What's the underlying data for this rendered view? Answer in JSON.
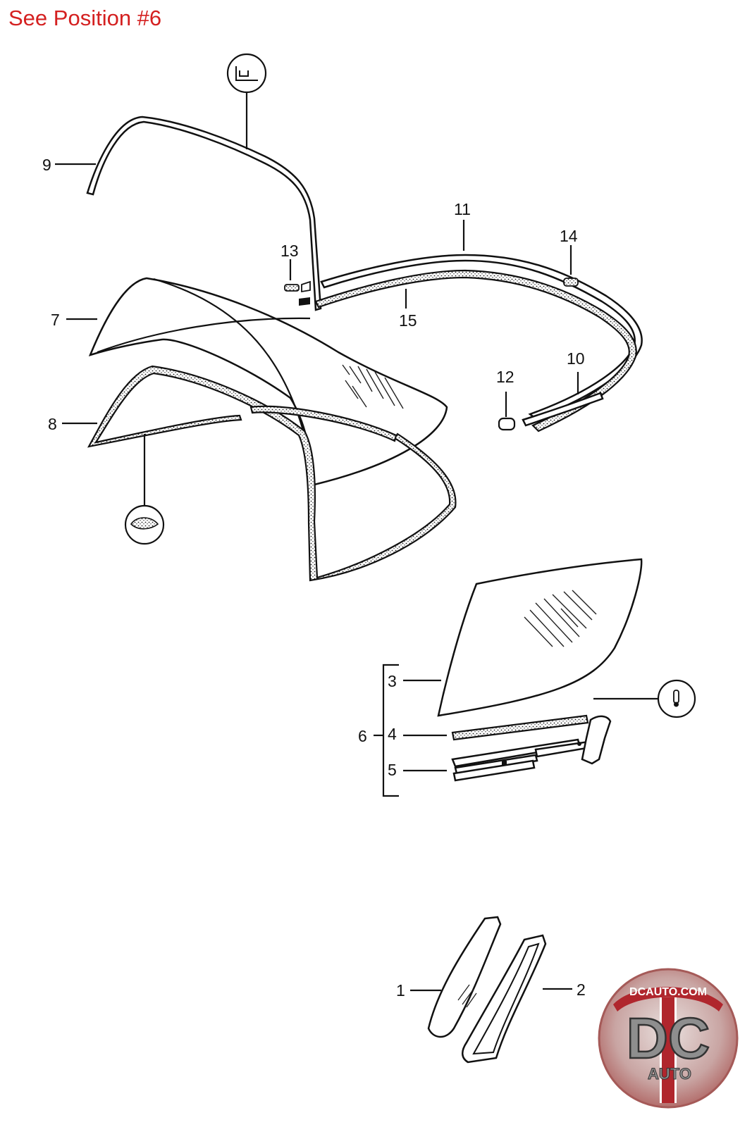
{
  "header": {
    "note": "See Position #6"
  },
  "callouts": [
    {
      "id": "1",
      "label": "1"
    },
    {
      "id": "2",
      "label": "2"
    },
    {
      "id": "3",
      "label": "3"
    },
    {
      "id": "4",
      "label": "4"
    },
    {
      "id": "5",
      "label": "5"
    },
    {
      "id": "6",
      "label": "6"
    },
    {
      "id": "7",
      "label": "7"
    },
    {
      "id": "8",
      "label": "8"
    },
    {
      "id": "9",
      "label": "9"
    },
    {
      "id": "10",
      "label": "10"
    },
    {
      "id": "11",
      "label": "11"
    },
    {
      "id": "12",
      "label": "12"
    },
    {
      "id": "13",
      "label": "13"
    },
    {
      "id": "14",
      "label": "14"
    },
    {
      "id": "15",
      "label": "15"
    }
  ],
  "logo": {
    "top_text": "DCAUTO.COM",
    "main_text": "DC",
    "bottom_text": "AUTO"
  },
  "colors": {
    "header_red": "#d42020",
    "ink": "#111111",
    "logo_red": "#b0262d",
    "logo_gray": "#9a9a9a"
  }
}
